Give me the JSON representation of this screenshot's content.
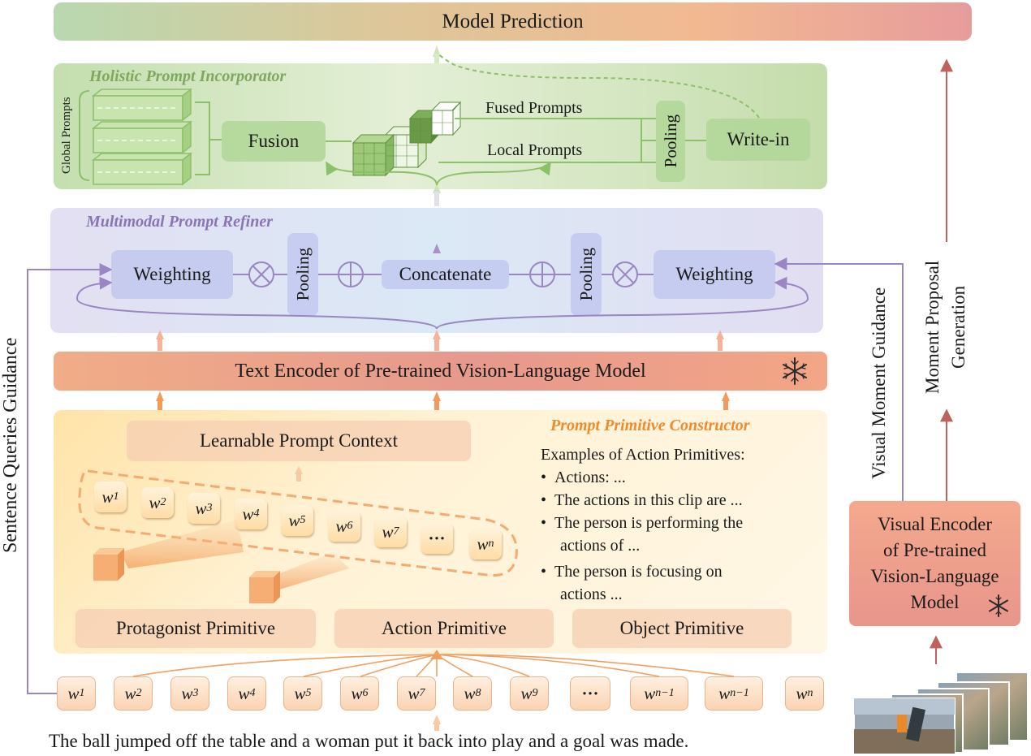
{
  "model_prediction": "Model Prediction",
  "hpi": {
    "title": "Holistic Prompt Incorporator",
    "global_prompts": "Global Prompts",
    "fusion": "Fusion",
    "fused_prompts": "Fused Prompts",
    "local_prompts": "Local Prompts",
    "pooling": "Pooling",
    "write_in": "Write-in"
  },
  "mpr": {
    "title": "Multimodal Prompt Refiner",
    "weighting_left": "Weighting",
    "pooling_left": "Pooling",
    "concatenate": "Concatenate",
    "pooling_right": "Pooling",
    "weighting_right": "Weighting"
  },
  "text_encoder": "Text Encoder of Pre-trained Vision-Language Model",
  "ppc": {
    "title": "Prompt Primitive Constructor",
    "learnable_context": "Learnable Prompt Context",
    "examples_title": "Examples of Action Primitives:",
    "examples": [
      "Actions: ...",
      "The actions in this clip are ...",
      "The person is performing the",
      "actions of ...",
      "The person is focusing on",
      "actions ..."
    ],
    "prompt_tokens": [
      "w",
      "w",
      "w",
      "w",
      "w",
      "w",
      "w",
      "···",
      "w"
    ],
    "prompt_subs": [
      "1",
      "2",
      "3",
      "4",
      "5",
      "6",
      "7",
      "",
      "n"
    ],
    "primitives": [
      "Protagonist Primitive",
      "Action Primitive",
      "Object Primitive"
    ]
  },
  "bottom_tokens": [
    "w",
    "w",
    "w",
    "w",
    "w",
    "w",
    "w",
    "w",
    "w",
    "···",
    "w",
    "w",
    "w"
  ],
  "bottom_subs": [
    "1",
    "2",
    "3",
    "4",
    "5",
    "6",
    "7",
    "8",
    "9",
    "",
    "n−1",
    "n−1",
    "n"
  ],
  "sentence": "The ball jumped off the table and a woman put it back into play and a goal was made.",
  "sentence_guidance": "Sentence Queries Guidance",
  "visual_guidance": "Visual Moment Guidance",
  "moment_proposal": [
    "Moment Proposal",
    "Generation"
  ],
  "visual_encoder": [
    "Visual Encoder",
    "of Pre-trained",
    "Vision-Language",
    "Model"
  ],
  "icons": [
    "snowflake-icon",
    "cube-icon",
    "otimes-icon",
    "oplus-icon"
  ],
  "colors": {
    "green_title": "#7fa75d",
    "purple_title": "#8a74b3",
    "orange_title": "#ee8a30",
    "purple_line": "#9a86c2",
    "orange_line": "#ef9a5a",
    "red_line": "#c0625c",
    "green_line": "#8cc06a"
  }
}
